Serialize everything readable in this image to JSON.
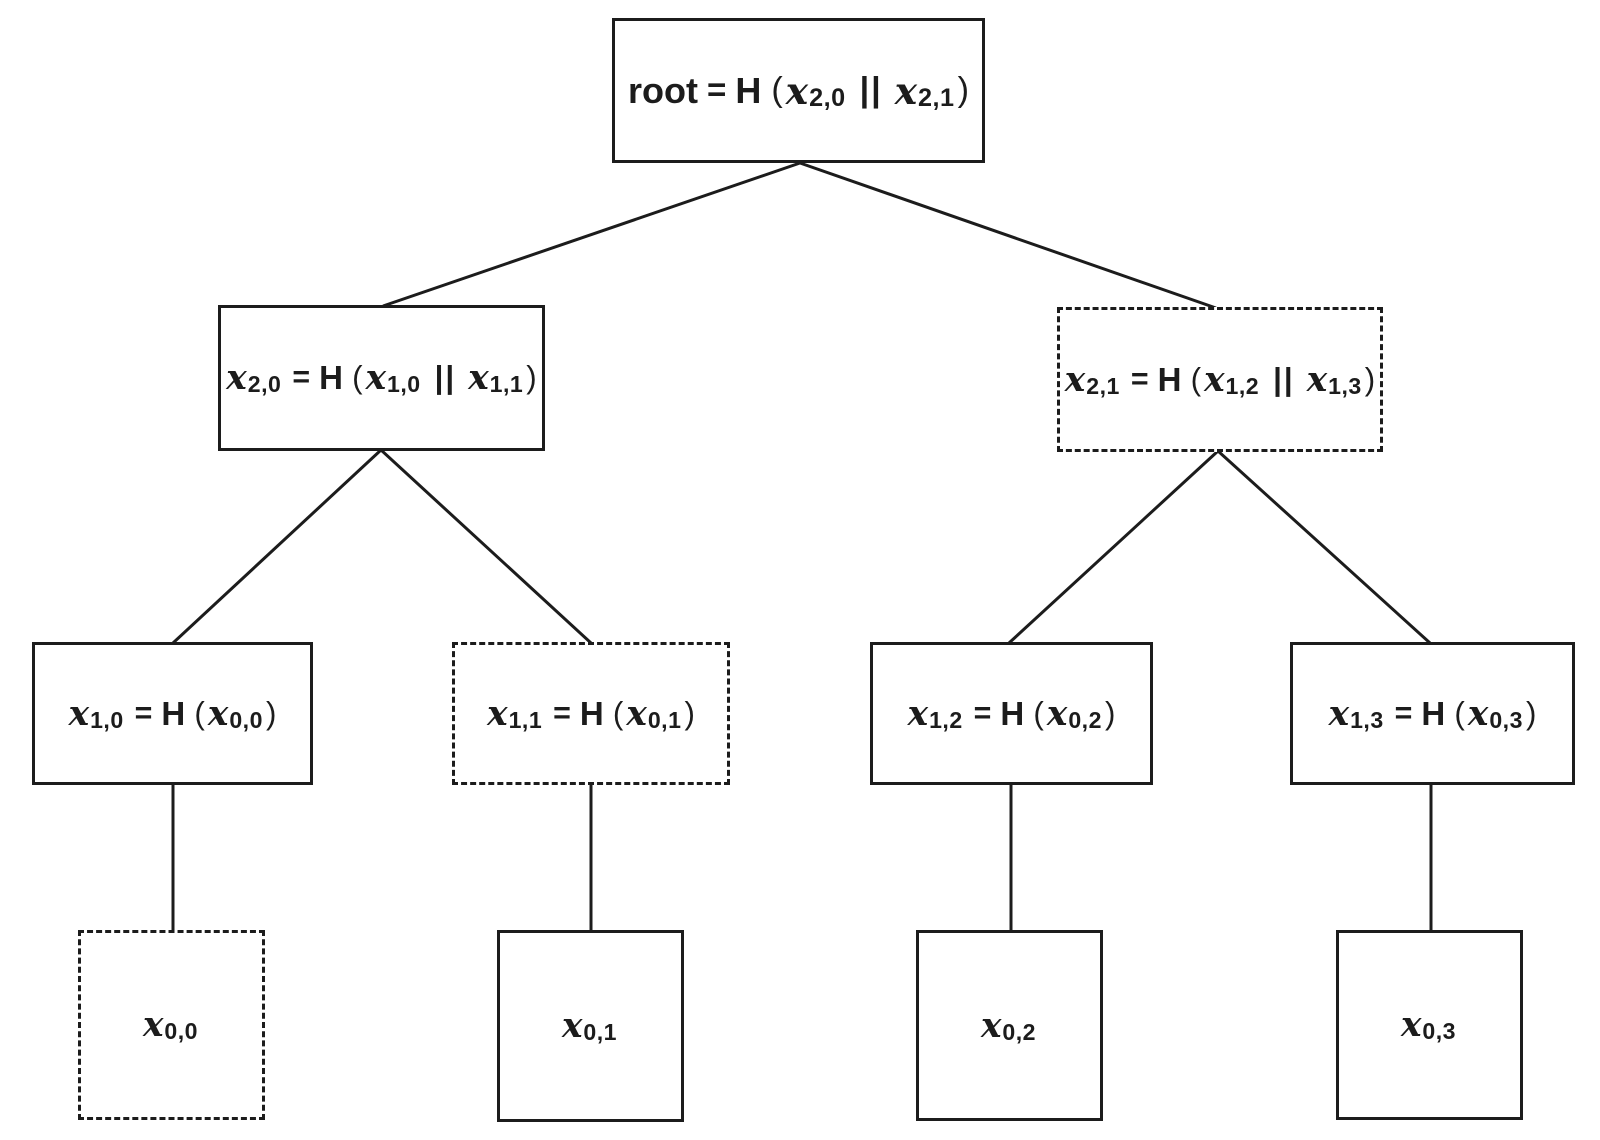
{
  "colors": {
    "ink": "#1c1c1c",
    "background": "#ffffff"
  },
  "diagram": {
    "type": "merkle-hash-tree"
  },
  "nodes": [
    {
      "id": "root",
      "border": "solid",
      "lhs": "root",
      "eq": "=",
      "fn": "H",
      "open": "(",
      "arg1": "x",
      "arg1_sub": "2,0",
      "sep": "||",
      "arg2": "x",
      "arg2_sub": "2,1",
      "close": ")"
    },
    {
      "id": "x2-0",
      "border": "solid",
      "lhs": "x",
      "lhs_sub": "2,0",
      "eq": "=",
      "fn": "H",
      "open": "(",
      "arg1": "x",
      "arg1_sub": "1,0",
      "sep": "||",
      "arg2": "x",
      "arg2_sub": "1,1",
      "close": ")"
    },
    {
      "id": "x2-1",
      "border": "dashed",
      "lhs": "x",
      "lhs_sub": "2,1",
      "eq": "=",
      "fn": "H",
      "open": "(",
      "arg1": "x",
      "arg1_sub": "1,2",
      "sep": "||",
      "arg2": "x",
      "arg2_sub": "1,3",
      "close": ")"
    },
    {
      "id": "x1-0",
      "border": "solid",
      "lhs": "x",
      "lhs_sub": "1,0",
      "eq": "=",
      "fn": "H",
      "open": "(",
      "arg1": "x",
      "arg1_sub": "0,0",
      "close": ")"
    },
    {
      "id": "x1-1",
      "border": "dashed",
      "lhs": "x",
      "lhs_sub": "1,1",
      "eq": "=",
      "fn": "H",
      "open": "(",
      "arg1": "x",
      "arg1_sub": "0,1",
      "close": ")"
    },
    {
      "id": "x1-2",
      "border": "solid",
      "lhs": "x",
      "lhs_sub": "1,2",
      "eq": "=",
      "fn": "H",
      "open": "(",
      "arg1": "x",
      "arg1_sub": "0,2",
      "close": ")"
    },
    {
      "id": "x1-3",
      "border": "solid",
      "lhs": "x",
      "lhs_sub": "1,3",
      "eq": "=",
      "fn": "H",
      "open": "(",
      "arg1": "x",
      "arg1_sub": "0,3",
      "close": ")"
    },
    {
      "id": "x0-0",
      "border": "dashed",
      "lhs": "x",
      "lhs_sub": "0,0"
    },
    {
      "id": "x0-1",
      "border": "solid",
      "lhs": "x",
      "lhs_sub": "0,1"
    },
    {
      "id": "x0-2",
      "border": "solid",
      "lhs": "x",
      "lhs_sub": "0,2"
    },
    {
      "id": "x0-3",
      "border": "solid",
      "lhs": "x",
      "lhs_sub": "0,3"
    }
  ],
  "edges": [
    {
      "from": "root",
      "to": "x2-0"
    },
    {
      "from": "root",
      "to": "x2-1"
    },
    {
      "from": "x2-0",
      "to": "x1-0"
    },
    {
      "from": "x2-0",
      "to": "x1-1"
    },
    {
      "from": "x2-1",
      "to": "x1-2"
    },
    {
      "from": "x2-1",
      "to": "x1-3"
    },
    {
      "from": "x1-0",
      "to": "x0-0"
    },
    {
      "from": "x1-1",
      "to": "x0-1"
    },
    {
      "from": "x1-2",
      "to": "x0-2"
    },
    {
      "from": "x1-3",
      "to": "x0-3"
    }
  ]
}
